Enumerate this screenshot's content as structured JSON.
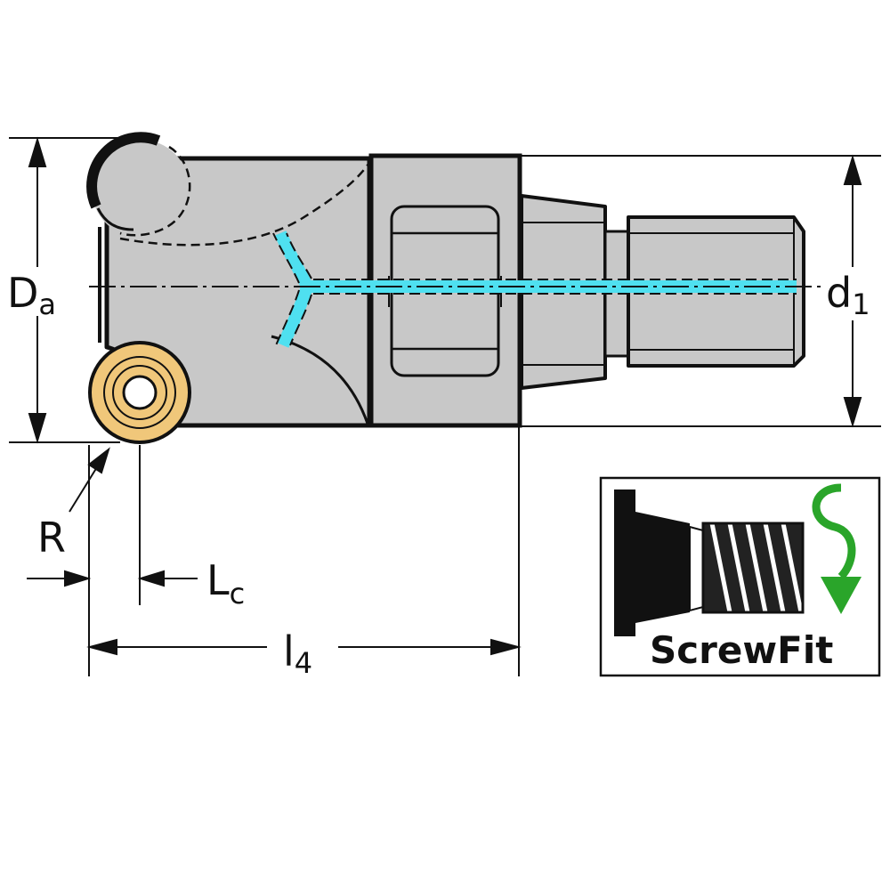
{
  "dimensions": {
    "da": {
      "main": "D",
      "sub": "a"
    },
    "d1": {
      "main": "d",
      "sub": "1"
    },
    "r": {
      "main": "R"
    },
    "lc": {
      "main": "L",
      "sub": "c"
    },
    "l4": {
      "main": "l",
      "sub": "4"
    }
  },
  "badge": {
    "text": "ScrewFit",
    "arrow_color": "#2aa52a"
  },
  "colors": {
    "body": "#c8c8c8",
    "outline": "#111111",
    "insert": "#f0c77a",
    "coolant": "#4fe0f0"
  }
}
